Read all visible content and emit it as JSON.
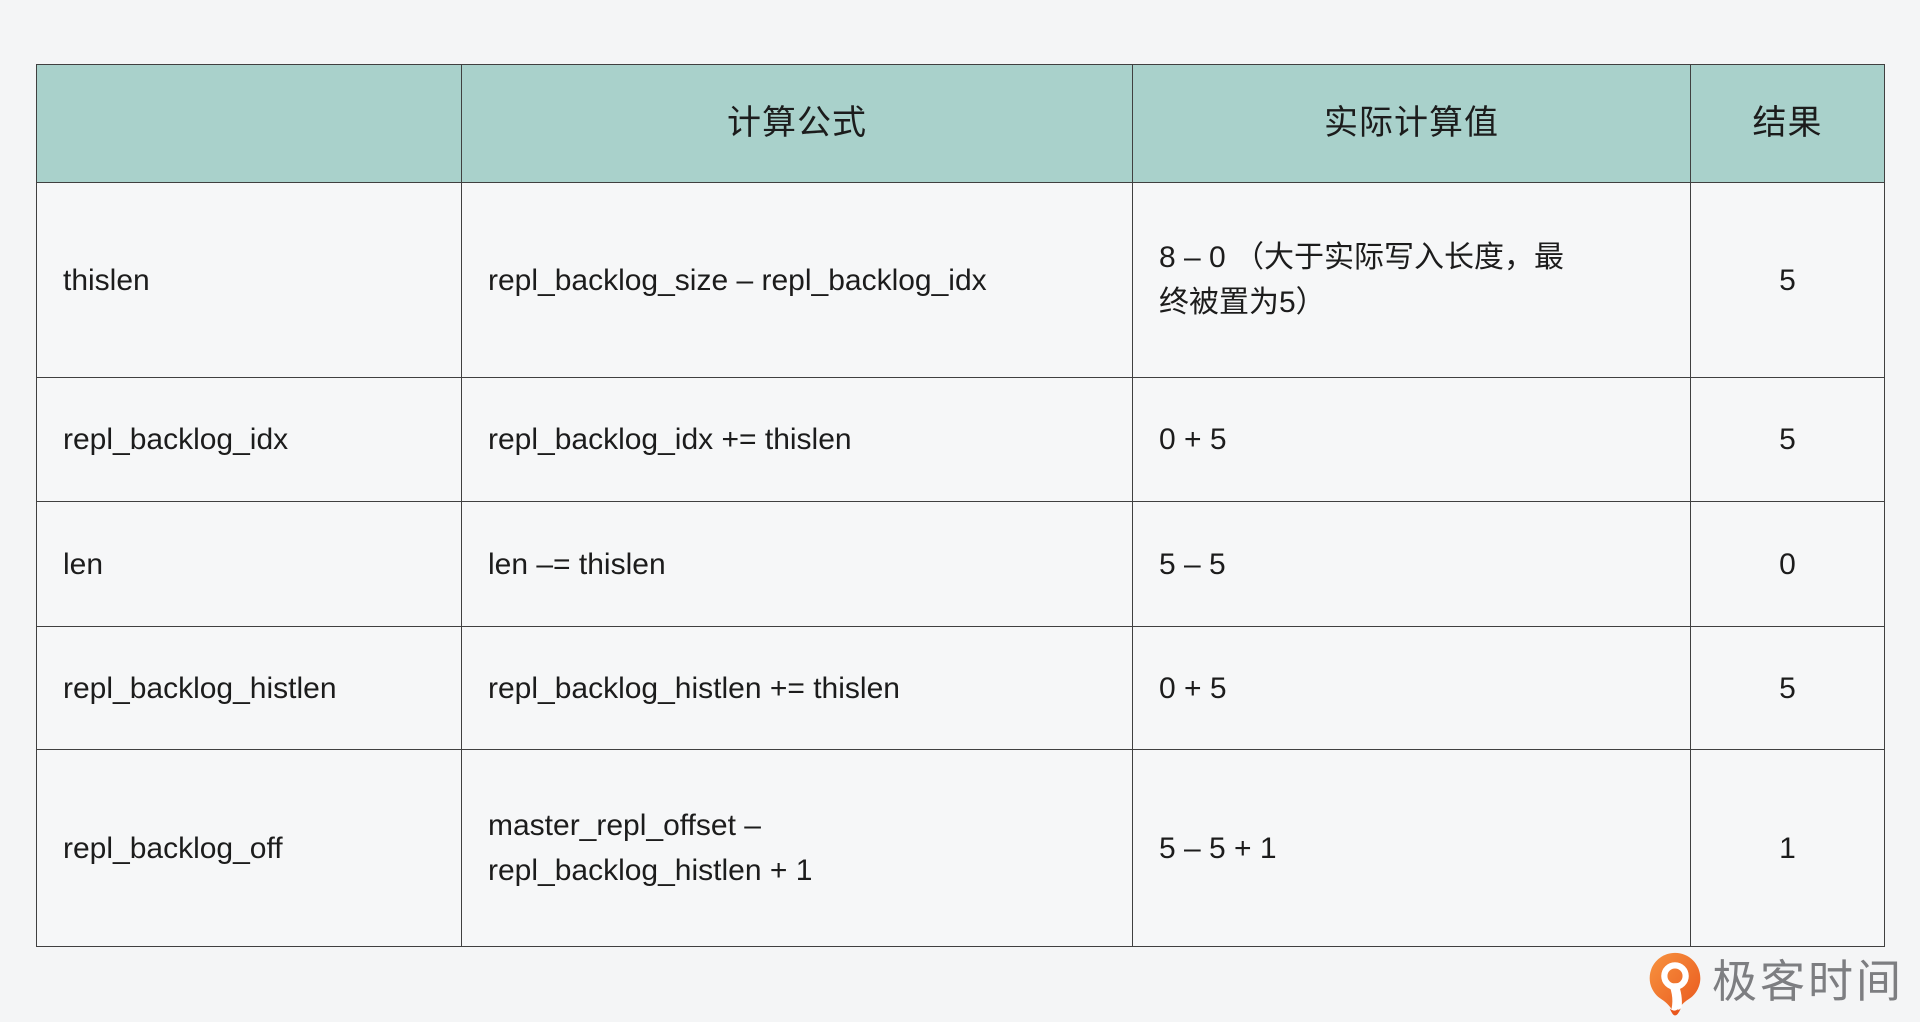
{
  "table": {
    "headers": {
      "blank": "",
      "formula": "计算公式",
      "calc": "实际计算值",
      "result": "结果"
    },
    "rows": [
      {
        "name": "thislen",
        "formula": "repl_backlog_size – repl_backlog_idx",
        "calc": "8 – 0 （大于实际写入长度，最\n终被置为5）",
        "result": "5"
      },
      {
        "name": "repl_backlog_idx",
        "formula": "repl_backlog_idx += thislen",
        "calc": "0 + 5",
        "result": "5"
      },
      {
        "name": "len",
        "formula": "len –= thislen",
        "calc": "5 – 5",
        "result": "0"
      },
      {
        "name": "repl_backlog_histlen",
        "formula": "repl_backlog_histlen += thislen",
        "calc": "0 + 5",
        "result": "5"
      },
      {
        "name": "repl_backlog_off",
        "formula": "master_repl_offset –\nrepl_backlog_histlen + 1",
        "calc": "5 – 5 + 1",
        "result": "1"
      }
    ]
  },
  "branding": {
    "logo_text": "极客时间"
  },
  "colors": {
    "header_bg": "#a9d1cb",
    "page_bg": "#f4f5f6",
    "cell_bg": "#f6f7f8",
    "border": "#404040",
    "text": "#1c1c1c",
    "logo_orange": "#ec651f",
    "logo_text_gray": "#7d7e81"
  }
}
